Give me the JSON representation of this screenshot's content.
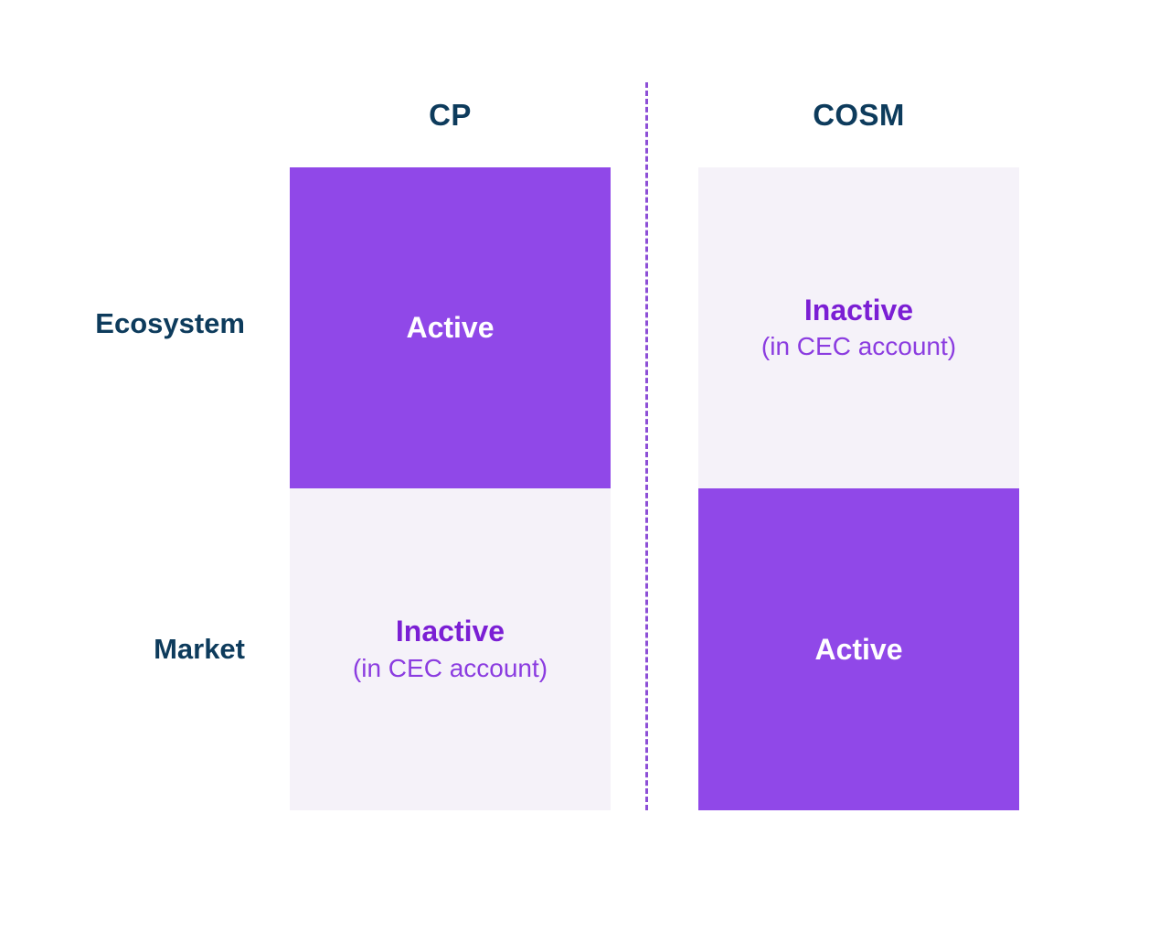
{
  "figure": {
    "title": "CP vs COSM Active/Inactive matrix",
    "background": "#FFFFFF",
    "colors": {
      "active_fill": "#9048E8",
      "inactive_fill": "#F5F2F9",
      "header_text": "#0D3B5C",
      "inactive_title_text": "#7B1FD4",
      "inactive_sub_text": "#8B3CE0",
      "active_text": "#FFFFFF",
      "divider": "#8D4FD6"
    }
  },
  "columns": [
    {
      "key": "cp",
      "label": "CP"
    },
    {
      "key": "cosm",
      "label": "COSM"
    }
  ],
  "rows": [
    {
      "key": "ecosystem",
      "label": "Ecosystem"
    },
    {
      "key": "market",
      "label": "Market"
    }
  ],
  "divider": {
    "name": "column-divider",
    "style": "dashed",
    "orientation": "vertical"
  },
  "cells": {
    "cp_ecosystem": {
      "state": "active",
      "title": "Active",
      "subtitle": ""
    },
    "cp_market": {
      "state": "inactive",
      "title": "Inactive",
      "subtitle": "(in CEC account)"
    },
    "cosm_ecosystem": {
      "state": "inactive",
      "title": "Inactive",
      "subtitle": "(in CEC account)"
    },
    "cosm_market": {
      "state": "active",
      "title": "Active",
      "subtitle": ""
    }
  },
  "chart_data": {
    "type": "heatmap",
    "title": "",
    "xlabel": "",
    "ylabel": "",
    "categories_x": [
      "CP",
      "COSM"
    ],
    "categories_y": [
      "Ecosystem",
      "Market"
    ],
    "legend": [],
    "grid": false,
    "cells": [
      {
        "x": "CP",
        "y": "Ecosystem",
        "value": "Active",
        "note": ""
      },
      {
        "x": "COSM",
        "y": "Ecosystem",
        "value": "Inactive",
        "note": "(in CEC account)"
      },
      {
        "x": "CP",
        "y": "Market",
        "value": "Inactive",
        "note": "(in CEC account)"
      },
      {
        "x": "COSM",
        "y": "Market",
        "value": "Active",
        "note": ""
      }
    ]
  }
}
